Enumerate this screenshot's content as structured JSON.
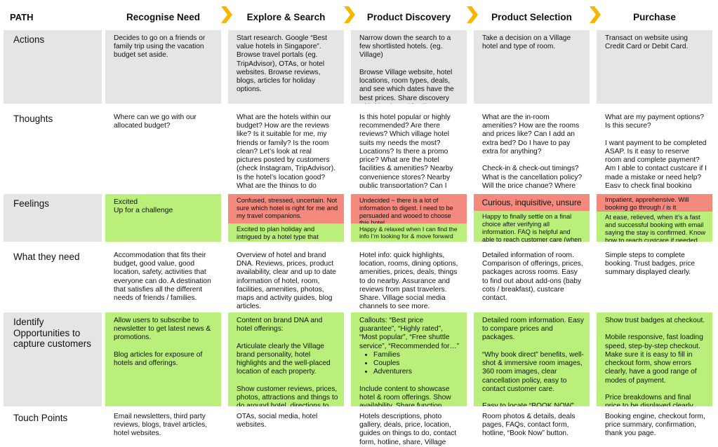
{
  "header": {
    "path": "PATH",
    "stages": [
      "Recognise Need",
      "Explore & Search",
      "Product Discovery",
      "Product Selection",
      "Purchase"
    ]
  },
  "rows": {
    "actions": {
      "label": "Actions",
      "cells": [
        "Decides to go on a friends or family trip using the vacation budget set aside.",
        "Start research. Google “Best value hotels in Singapore”. Browse travel portals (eg. TripAdvisor), OTAs, or hotel websites. Browse reviews, blogs, articles for holiday options.",
        "Narrow down the search to a few shortlisted hotels. (eg. Village)\n\nBrowse Village website, hotel locations, room types, deals, and see which dates have the best prices. Share discovery with friends and family.",
        "Take a decision on a Village hotel and type of room.",
        "Transact on website using Credit Card or Debit Card."
      ]
    },
    "thoughts": {
      "label": "Thoughts",
      "cells": [
        "Where can we go with our allocated budget?",
        "What are the hotels within our budget? How are the reviews like? Is it suitable for me, my friends or family? Is the room clean? Let’s look at real pictures posted by customers (check Instagram, TripAdvisor). Is the hotel’s location good? What are the things to do around the hotel?",
        "Is this hotel popular or highly recommended? Are there reviews? Which village hotel suits my needs the most? Locations? Is there a promo price? What are the hotel facilities & amenities? Nearby convenience stores? Nearby public transportation? Can I share this info with my friends and family?",
        "What are the in-room amenities? How are the rooms and prices like? Can I add an extra bed? Do I have to pay extra for anything?\n\nCheck-in & check-out timings? What is the cancellation policy? Will the price change? Where can I book?",
        "What are my payment options? Is this secure?\n\nI want payment to be completed ASAP. Is it easy to reserve room and complete payment? Am I able to contact custcare if I made a mistake or need help? Easy to check final booking details, price breakdown?"
      ]
    },
    "feelings": {
      "label": "Feelings",
      "recognise": "Excited\nUp for a challenge",
      "explore_neg": "Confused, stressed, uncertain. Not sure which hotel is right for me and my travel companions.",
      "explore_pos": "Excited to plan holiday and intrigued by a hotel type that speaks my language.",
      "discovery_neg": "Undecided ~ there is a lot of information to digest. I need to be persuaded and wooed to choose this hotel.",
      "discovery_pos": "Happy & relaxed when I can find the info I’m looking for & move forward with planning.",
      "selection_neg": "Curious, inquisitive, unsure",
      "selection_pos": "Happy to finally settle on a final choice after verifying all information. FAQ is helpful and able to reach customer care (when needed). “Best Price Guarantee”.",
      "purchase_neg": "Impatient, apprehensive. Will booking go through / is it confirmed?",
      "purchase_pos": "At ease, relieved, when it’s a fast and successful booking with email saying the stay is confirmed. Know how to reach custcare if needed."
    },
    "needs": {
      "label": "What they need",
      "cells": [
        "Accommodation that fits their budget, good value, good location, safety, activities that everyone can do. A destination that satisfies all the different needs of friends / families.",
        "Overview of hotel and brand DNA. Reviews, prices, product availability, clear and up to date information of hotel, room, facilities, amenities, photos, maps and activity guides, blog articles.",
        "Hotel info: quick highlights, location, rooms, dining options, amenities, prices, deals, things to do nearby. Assurance and reviews from past travelers. Share. Village social media channels to see more.",
        "Detailed information of room. Comparison of offerings, prices, packages across rooms. Easy to find out about add-ons (baby cots / breakfast), custcare contact.\n\nBOOK NOW button.",
        "Simple steps to complete booking. Trust badges, price summary displayed clearly."
      ]
    },
    "opportunities": {
      "label": "Identify Opportunities to capture customers",
      "cells": [
        "Allow users to subscribe to newsletter to get latest news & promotions.\n\nBlog articles for exposure of hotels and offerings.",
        "Content on brand DNA and hotel offerings:\n\nArticulate clearly the Village brand personality, hotel highlights and the well-placed location of each property.\n\nShow customer reviews, prices, photos, attractions and things to do around hotel, directions to hotel.",
        "",
        "Detailed room information. Easy to compare prices and packages.\n\n“Why book direct” benefits, well-shot & immersive room images, 360 room images, clear cancellation policy, easy to contact customer care.\n\nEasy to locate “BOOK NOW” button.",
        "Show trust badges at checkout.\n\nMobile responsive, fast loading speed, step-by-step checkout. Make sure it is easy to fill in checkout form, show errors clearly, have a good range of modes of payment.\n\nPrice breakdowns and final price to be displayed clearly."
      ],
      "discovery_intro": "Callouts: “Best price guarantee”, “Highly rated”, “Most popular”, “Free shuttle service”, “Recommended for…”",
      "discovery_bullets": [
        "Families",
        "Couples",
        "Adventurers"
      ],
      "discovery_outro": "Include content to showcase hotel & room offerings. Show availability. Share function."
    },
    "touchpoints": {
      "label": "Touch Points",
      "cells": [
        "Email newsletters, third party reviews, blogs, travel articles, hotel websites.",
        "OTAs, social media, hotel websites.",
        "Hotels descriptions, photo gallery, deals, price, location, guides on things to do, contact form, hotline, share, Village social media channels.",
        "Room photos & details, deals pages, FAQs, contact form, hotline, “Book Now” button.",
        "Booking engine, checkout form, price summary, confirmation, thank you page."
      ]
    }
  },
  "colors": {
    "grey": "#e5e5e5",
    "green": "#b9ef7a",
    "red": "#f4897e",
    "chevron": "#f7b500"
  }
}
